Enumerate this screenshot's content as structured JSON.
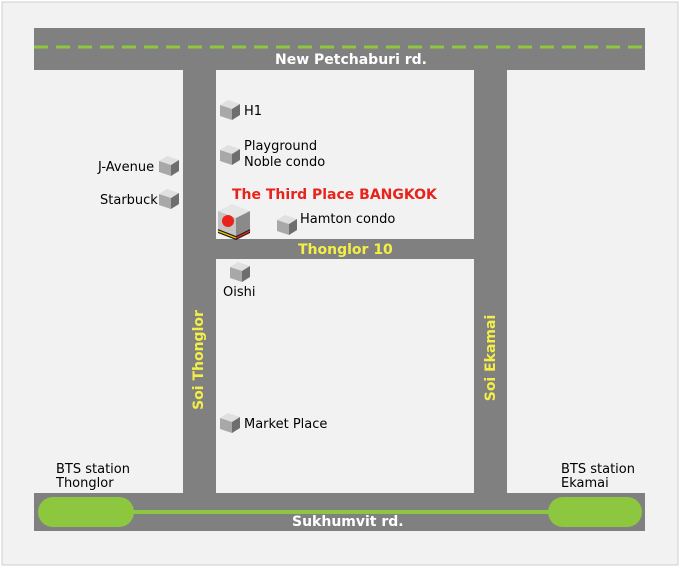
{
  "roads": {
    "new_petchaburi": "New Petchaburi rd.",
    "sukhumvit": "Sukhumvit rd.",
    "thonglor_10": "Thonglor 10",
    "soi_thonglor": "Soi Thonglor",
    "soi_ekamai": "Soi Ekamai"
  },
  "places": {
    "h1": "H1",
    "playground": "Playground",
    "noble_condo": "Noble condo",
    "j_avenue": "J-Avenue",
    "starbuck": "Starbuck",
    "third_place": "The Third Place BANGKOK",
    "hamton_condo": "Hamton condo",
    "oishi": "Oishi",
    "market_place": "Market Place"
  },
  "stations": {
    "thonglor_line1": "BTS station",
    "thonglor_line2": "Thonglor",
    "ekamai_line1": "BTS station",
    "ekamai_line2": "Ekamai"
  },
  "icons": {
    "building": "building-icon",
    "destination": "destination-marker-icon"
  },
  "colors": {
    "background": "#ffffff",
    "map_frame": "#f2f2f2",
    "road": "#808080",
    "dash_line": "#8dc63f",
    "bts": "#8dc63f",
    "road_label": "#ffffff",
    "soi_label": "#f4ef47",
    "highlight": "#e8231b"
  }
}
